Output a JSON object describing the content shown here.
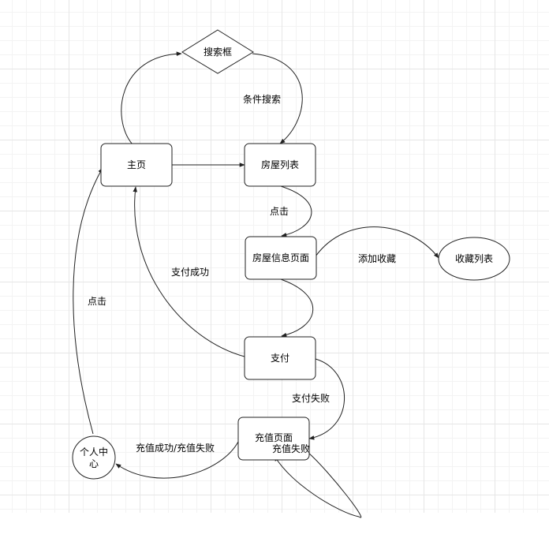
{
  "nodes": {
    "search_box": "搜索框",
    "home": "主页",
    "house_list": "房屋列表",
    "house_detail": "房屋信息页面",
    "favorites_list": "收藏列表",
    "payment": "支付",
    "recharge_page": "充值页面",
    "personal_center_line1": "个人中",
    "personal_center_line2": "心"
  },
  "edges": {
    "condition_search": "条件搜索",
    "click_list": "点击",
    "add_favorite": "添加收藏",
    "pay_success": "支付成功",
    "click_center": "点击",
    "pay_fail": "支付失败",
    "recharge_result": "充值成功/充值失败",
    "recharge_fail": "充值失败"
  }
}
